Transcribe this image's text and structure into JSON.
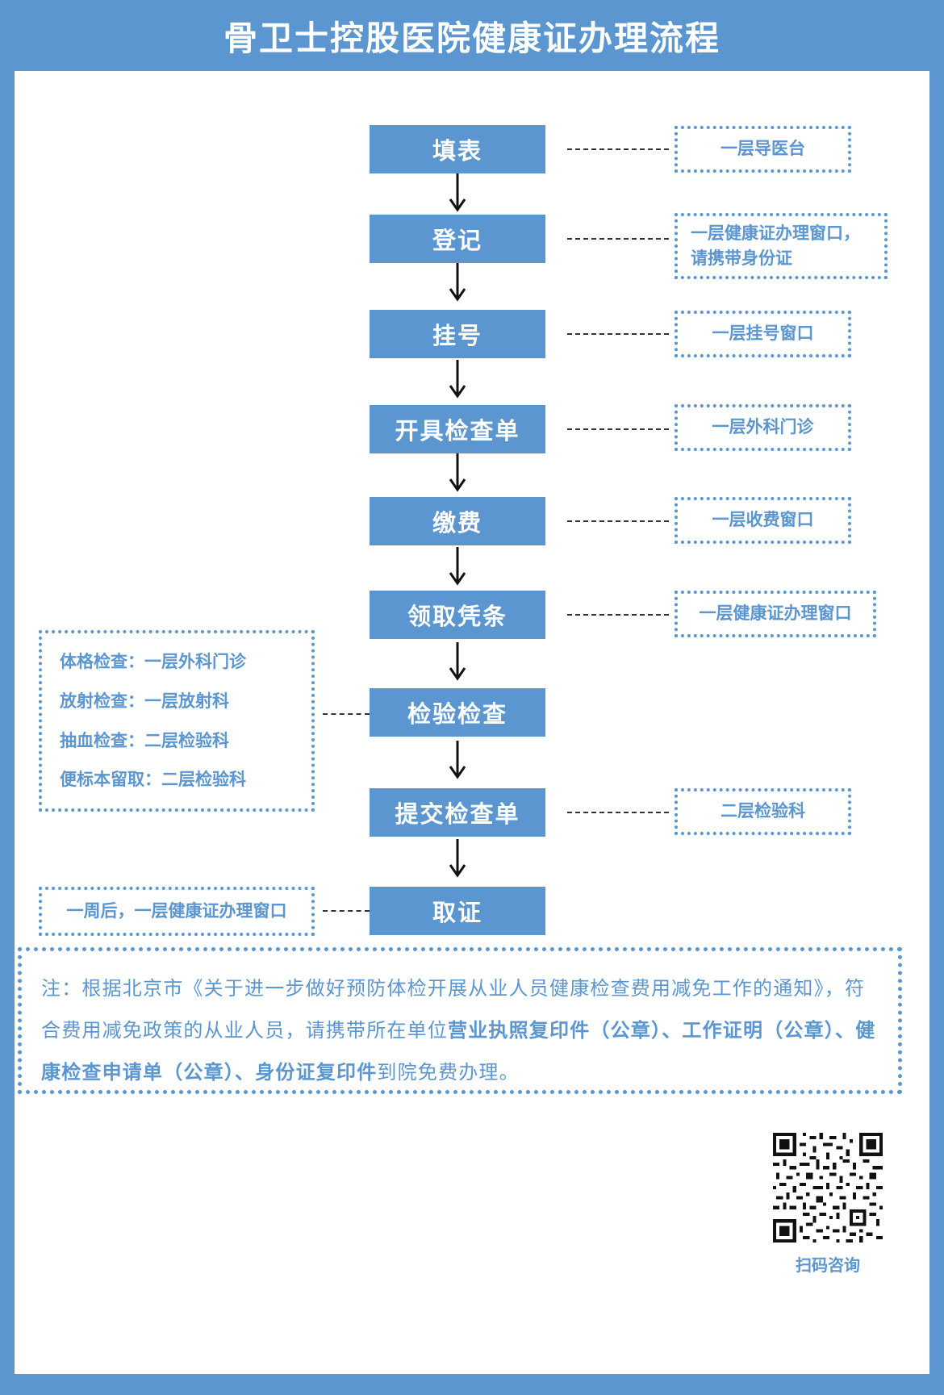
{
  "title": "骨卫士控股医院健康证办理流程",
  "steps": [
    {
      "label": "填表",
      "note": [
        "一层导医台"
      ]
    },
    {
      "label": "登记",
      "note": [
        "一层健康证办理窗口，",
        "请携带身份证"
      ]
    },
    {
      "label": "挂号",
      "note": [
        "一层挂号窗口"
      ]
    },
    {
      "label": "开具检查单",
      "note": [
        "一层外科门诊"
      ]
    },
    {
      "label": "缴费",
      "note": [
        "一层收费窗口"
      ]
    },
    {
      "label": "领取凭条",
      "note": [
        "一层健康证办理窗口"
      ]
    },
    {
      "label": "检验检查",
      "note": [
        "体格检查：一层外科门诊",
        "放射检查：一层放射科",
        "抽血检查：二层检验科",
        "便标本留取：二层检验科"
      ]
    },
    {
      "label": "提交检查单",
      "note": [
        "二层检验科"
      ]
    },
    {
      "label": "取证",
      "note": [
        "一周后，一层健康证办理窗口"
      ]
    }
  ],
  "footnote": {
    "part1": "注：根据北京市《关于进一步做好预防体检开展从业人员健康检查费用减免工作的通知》，符合费用减免政策的从业人员，请携带所在单位",
    "bold1": "营业执照复印件（公章）、工作证明（公章）、健康检查申请单（公章）、身份证复印件",
    "part2": "到院免费办理。"
  },
  "qr_label": "扫码咨询",
  "colors": {
    "accent": "#5b96d0",
    "panel": "#ffffff",
    "connector": "#333333"
  }
}
